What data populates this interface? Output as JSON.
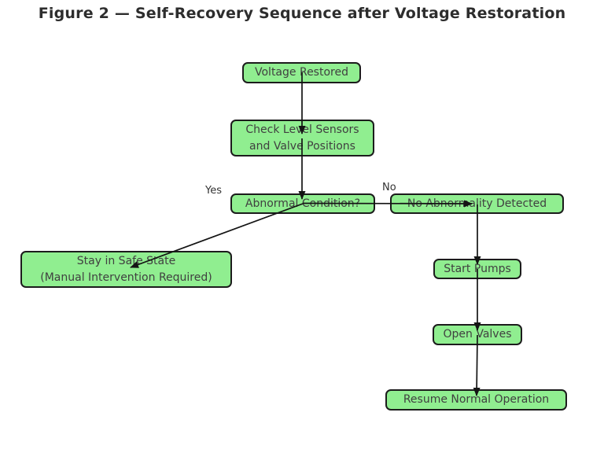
{
  "title": "Figure 2 — Self-Recovery Sequence after Voltage Restoration",
  "colors": {
    "background": "#ffffff",
    "node_fill": "#90ee90",
    "node_border": "#1c1c1c",
    "node_text": "#404040",
    "arrow": "#141414",
    "title_text": "#2d2d2d",
    "edge_label_text": "#333333"
  },
  "nodes": {
    "voltage_restored": {
      "label": "Voltage Restored"
    },
    "check_sensors": {
      "label": "Check Level Sensors\nand Valve Positions"
    },
    "abnormal_condition": {
      "label": "Abnormal Condition?"
    },
    "no_abnormality": {
      "label": "No Abnormality Detected"
    },
    "stay_safe_state": {
      "label": "Stay in Safe State\n(Manual Intervention Required)"
    },
    "start_pumps": {
      "label": "Start Pumps"
    },
    "open_valves": {
      "label": "Open Valves"
    },
    "resume_normal": {
      "label": "Resume Normal Operation"
    }
  },
  "edge_labels": {
    "yes": "Yes",
    "no": "No"
  },
  "edges": [
    {
      "from": "Voltage Restored",
      "to": "Check Level Sensors and Valve Positions",
      "label": ""
    },
    {
      "from": "Check Level Sensors and Valve Positions",
      "to": "Abnormal Condition?",
      "label": ""
    },
    {
      "from": "Abnormal Condition?",
      "to": "Stay in Safe State (Manual Intervention Required)",
      "label": "Yes"
    },
    {
      "from": "Abnormal Condition?",
      "to": "No Abnormality Detected",
      "label": "No"
    },
    {
      "from": "No Abnormality Detected",
      "to": "Start Pumps",
      "label": ""
    },
    {
      "from": "Start Pumps",
      "to": "Open Valves",
      "label": ""
    },
    {
      "from": "Open Valves",
      "to": "Resume Normal Operation",
      "label": ""
    }
  ]
}
